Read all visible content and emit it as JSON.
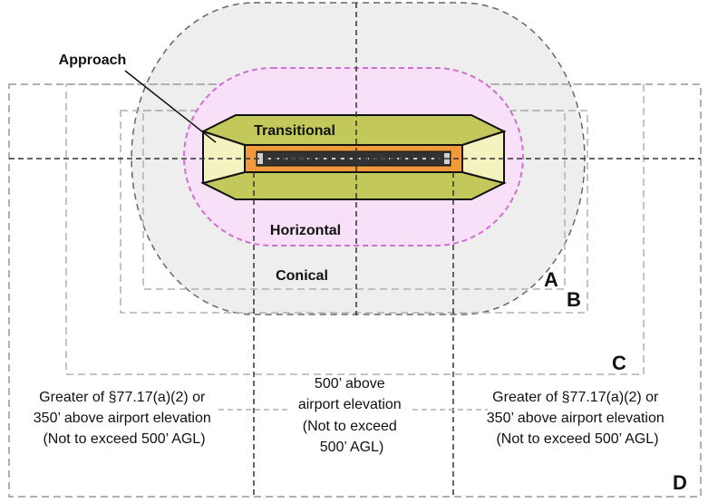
{
  "labels": {
    "approach": "Approach",
    "transitional": "Transitional",
    "horizontal": "Horizontal",
    "conical": "Conical",
    "corner_a": "A",
    "corner_b": "B",
    "corner_c": "C",
    "corner_d": "D"
  },
  "notes": {
    "left": [
      "Greater of §77.17(a)(2) or",
      "350’ above airport elevation",
      "(Not to exceed 500’ AGL)"
    ],
    "center": [
      "500’ above",
      "airport elevation",
      "(Not to exceed",
      "500’ AGL)"
    ],
    "right": [
      "Greater of §77.17(a)(2) or",
      "350’ above airport elevation",
      "(Not to exceed 500’ AGL)"
    ]
  },
  "colors": {
    "conical_fill": "#eeeeee",
    "horizontal_fill": "#f8e0f8",
    "horizontal_stroke": "#d070d0",
    "transitional_fill": "#c2c95a",
    "approach_fill": "#f4f2be",
    "primary_surface": "#f09a3a",
    "runway": "#333333",
    "dashed_gray": "#b0b0b0",
    "dashed_dark": "#333333"
  }
}
